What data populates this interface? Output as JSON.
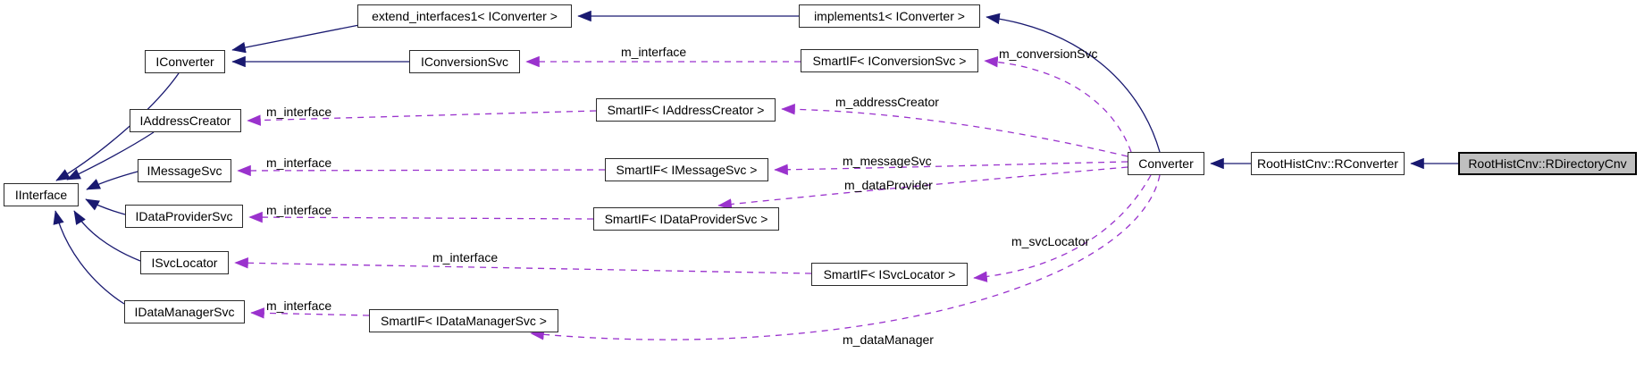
{
  "diagram": {
    "type": "class-collaboration-graph",
    "nodes": {
      "iinterface": {
        "label": "IInterface"
      },
      "extend_interfaces": {
        "label": "extend_interfaces1< IConverter >"
      },
      "implements1": {
        "label": "implements1< IConverter >"
      },
      "iconverter": {
        "label": "IConverter"
      },
      "iconversionsvc": {
        "label": "IConversionSvc"
      },
      "sm_iconversionsvc": {
        "label": "SmartIF< IConversionSvc >"
      },
      "iaddresscreator": {
        "label": "IAddressCreator"
      },
      "sm_iaddresscreator": {
        "label": "SmartIF< IAddressCreator >"
      },
      "imessagesvc": {
        "label": "IMessageSvc"
      },
      "sm_imessagesvc": {
        "label": "SmartIF< IMessageSvc >"
      },
      "idataprovidersvc": {
        "label": "IDataProviderSvc"
      },
      "sm_idataprovidersvc": {
        "label": "SmartIF< IDataProviderSvc >"
      },
      "isvclocator": {
        "label": "ISvcLocator"
      },
      "sm_isvclocator": {
        "label": "SmartIF< ISvcLocator >"
      },
      "idatamanagersvc": {
        "label": "IDataManagerSvc"
      },
      "sm_idatamanagersvc": {
        "label": "SmartIF< IDataManagerSvc >"
      },
      "converter": {
        "label": "Converter"
      },
      "rconverter": {
        "label": "RootHistCnv::RConverter"
      },
      "rdirectorycnv": {
        "label": "RootHistCnv::RDirectoryCnv"
      }
    },
    "edge_labels": {
      "conversionsvc_interface": "m_interface",
      "addresscreator_interface": "m_interface",
      "messagesvc_interface": "m_interface",
      "dataprovider_interface": "m_interface",
      "svclocator_interface": "m_interface",
      "datamanager_interface": "m_interface",
      "conversionsvc": "m_conversionSvc",
      "addresscreator": "m_addressCreator",
      "messagesvc": "m_messageSvc",
      "dataprovider": "m_dataProvider",
      "svclocator": "m_svcLocator",
      "datamanager": "m_dataManager"
    },
    "colors": {
      "inheritance_edge": "#191970",
      "usage_edge": "#9a32cd",
      "node_fill": "#ffffff",
      "node_border": "#2b2b2b",
      "highlight_node_fill": "#bfbfbf",
      "text": "#000000",
      "background": "#ffffff"
    }
  }
}
